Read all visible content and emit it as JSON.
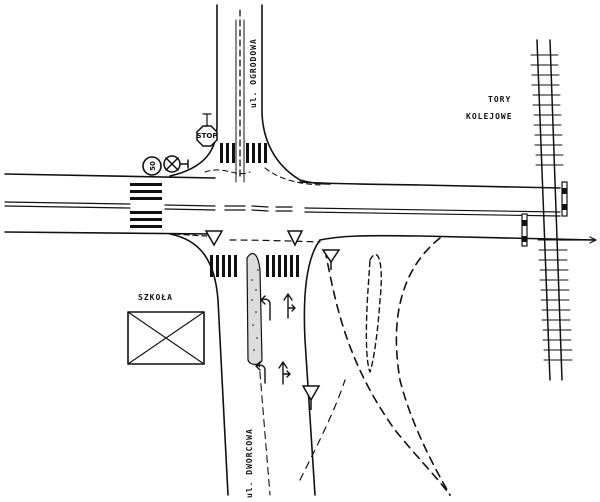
{
  "labels": {
    "street_north": "ul. OGRODOWA",
    "street_south": "ul. DWORCOWA",
    "school": "SZKOŁA",
    "railway_line1": "TORY",
    "railway_line2": "KOLEJOWE"
  },
  "signs": {
    "speed_limit": "50",
    "stop_sign": "STOP"
  },
  "icons": [
    "speed-limit-sign-icon",
    "no-stopping-sign-icon",
    "stop-sign-icon",
    "yield-sign-icon",
    "left-turn-arrow-icon",
    "straight-right-arrow-icon",
    "school-building-icon",
    "railway-tracks-icon",
    "railway-signal-icon"
  ]
}
